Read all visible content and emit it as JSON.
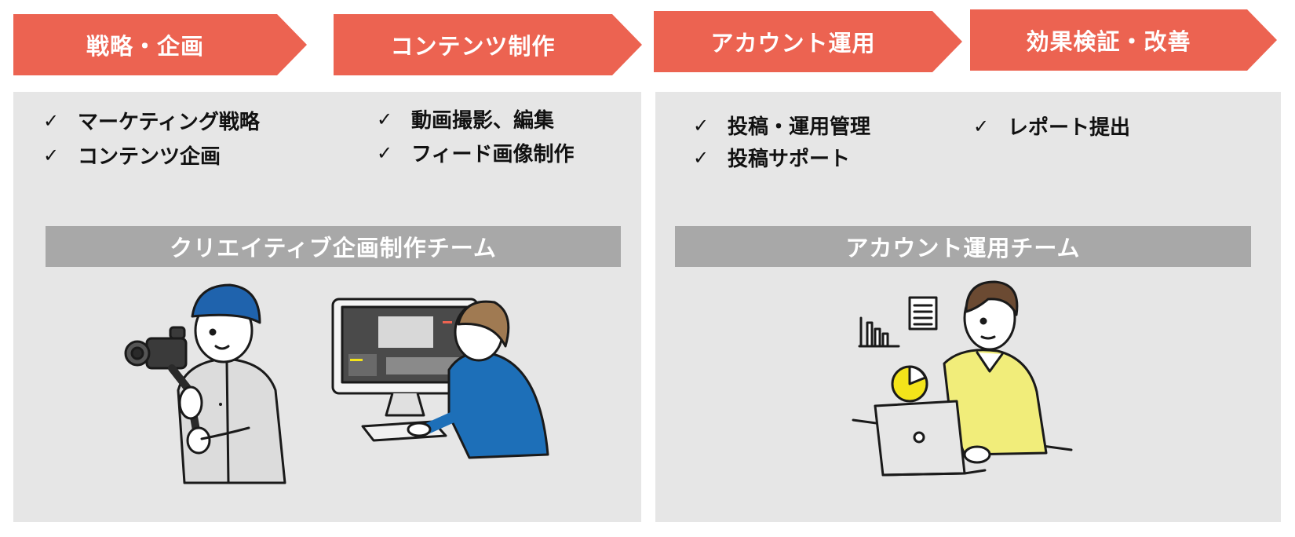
{
  "steps": [
    {
      "label": "戦略・企画"
    },
    {
      "label": "コンテンツ制作"
    },
    {
      "label": "アカウント運用"
    },
    {
      "label": "効果検証・改善"
    }
  ],
  "check_mark": "✓",
  "left_panel": {
    "items_col1": [
      "マーケティング戦略",
      "コンテンツ企画"
    ],
    "items_col2": [
      "動画撮影、編集",
      "フィード画像制作"
    ],
    "team_label": "クリエイティブ企画制作チーム"
  },
  "right_panel": {
    "items_col1": [
      "投稿・運用管理",
      "投稿サポート"
    ],
    "items_col2": [
      "レポート提出"
    ],
    "team_label": "アカウント運用チーム"
  },
  "colors": {
    "step_bg": "#ec6351",
    "panel_bg": "#e6e6e6",
    "team_bar_bg": "#a8a8a8",
    "beanie_blue": "#1f63ad",
    "jacket_blue": "#1d6fb8",
    "sweater_yellow": "#f1ed7a",
    "chart_yellow": "#f4e41a"
  },
  "illustrations": [
    "camera-operator-illustration",
    "video-editor-illustration",
    "laptop-analyst-illustration"
  ]
}
